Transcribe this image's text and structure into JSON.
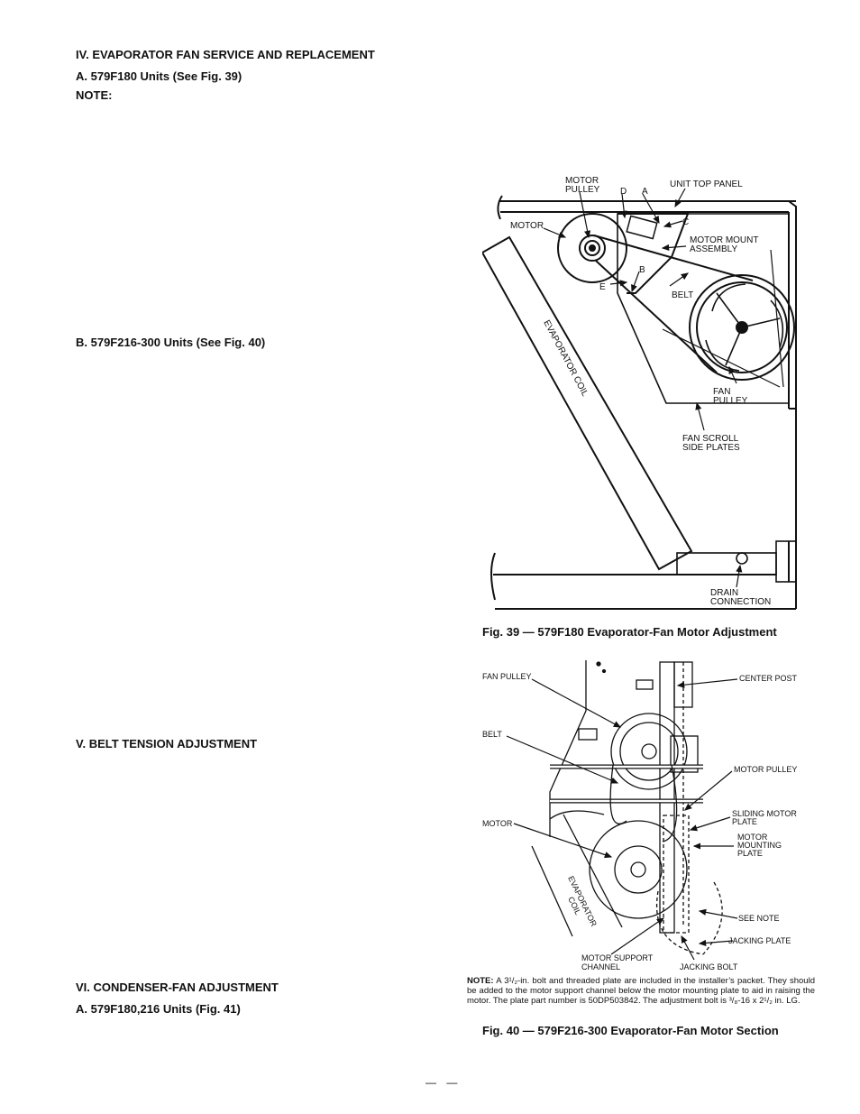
{
  "headings": {
    "h_evap_fan": "IV. EVAPORATOR FAN SERVICE AND REPLACEMENT",
    "h_a_180": "A. 579F180 Units (See Fig. 39)",
    "h_note": "NOTE:",
    "h_b_216": "B. 579F216-300 Units (See Fig. 40)",
    "h_belt": "V. BELT TENSION ADJUSTMENT",
    "h_cond_fan": "VI. CONDENSER-FAN ADJUSTMENT",
    "h_a_180_216": "A. 579F180,216 Units (Fig. 41)"
  },
  "fig39": {
    "caption": "Fig. 39 — 579F180 Evaporator-Fan Motor Adjustment",
    "labels": {
      "motor_pulley_1": "MOTOR",
      "motor_pulley_2": "PULLEY",
      "d": "D",
      "a": "A",
      "unit_top_panel": "UNIT TOP PANEL",
      "c": "C",
      "motor": "MOTOR",
      "motor_mount_1": "MOTOR MOUNT",
      "motor_mount_2": "ASSEMBLY",
      "b": "B",
      "e": "E",
      "belt": "BELT",
      "evaporator_coil": "EVAPORATOR COIL",
      "fan_pulley_1": "FAN",
      "fan_pulley_2": "PULLEY",
      "scroll_1": "FAN SCROLL",
      "scroll_2": "SIDE PLATES",
      "drain_1": "DRAIN",
      "drain_2": "CONNECTION"
    }
  },
  "fig40": {
    "caption": "Fig. 40 — 579F216-300 Evaporator-Fan Motor Section",
    "labels": {
      "fan_pulley": "FAN PULLEY",
      "center_post": "CENTER POST",
      "belt": "BELT",
      "motor_pulley": "MOTOR PULLEY",
      "motor": "MOTOR",
      "sliding_1": "SLIDING MOTOR",
      "sliding_2": "PLATE",
      "mounting_1": "MOTOR",
      "mounting_2": "MOUNTING",
      "mounting_3": "PLATE",
      "evap_1": "EVAPORATOR",
      "evap_2": "COIL",
      "see_note": "SEE NOTE",
      "jacking_plate": "JACKING PLATE",
      "support_1": "MOTOR SUPPORT",
      "support_2": "CHANNEL",
      "jacking_bolt": "JACKING BOLT"
    },
    "note_label": "NOTE:",
    "note_text": " A 3¹/₂-in. bolt and threaded plate are included in the installer’s packet. They should be added to the motor support channel below the motor mounting plate to aid in raising the motor. The plate part number is 50DP503842. The adjustment bolt is ³/₈-16 x 2¹/₂ in. LG."
  },
  "page_number": "— —"
}
